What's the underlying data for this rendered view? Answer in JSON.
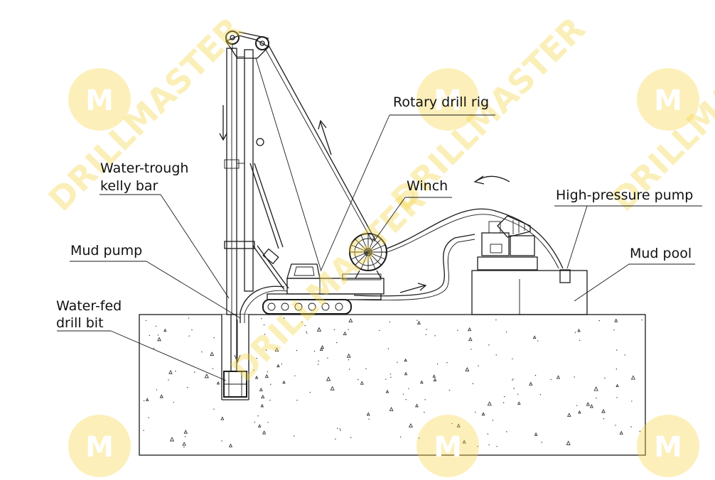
{
  "labels": {
    "rotary_drill_rig": "Rotary drill rig",
    "winch": "Winch",
    "high_pressure_pump": "High-pressure pump",
    "mud_pool": "Mud pool",
    "kelly_bar_line1": "Water-trough",
    "kelly_bar_line2": "kelly bar",
    "mud_pump": "Mud pump",
    "drill_bit_line1": "Water-fed",
    "drill_bit_line2": "drill bit"
  },
  "watermark": {
    "text": "DRILLMASTER",
    "logo_letter": "M",
    "color": "#f6d64a"
  }
}
